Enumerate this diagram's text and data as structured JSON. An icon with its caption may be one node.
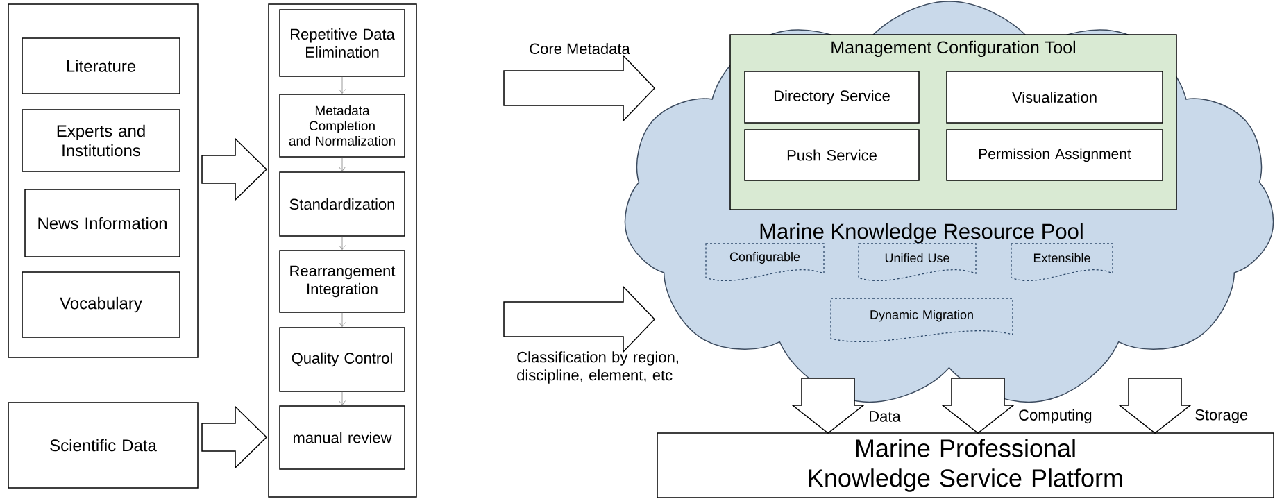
{
  "diagram": {
    "nodes": [
      {
        "text": [],
        "shape": "box"
      },
      {
        "text": [
          "Literature"
        ],
        "in": 0
      },
      {
        "text": [
          "Experts and Institutions"
        ],
        "in": 0
      },
      {
        "text": [
          "News Information"
        ],
        "in": 0
      },
      {
        "text": [
          "Vocabulary"
        ],
        "in": 0
      },
      {
        "text": [
          "Scientific Data"
        ]
      },
      {
        "text": [],
        "shape": "box"
      },
      {
        "text": [
          "Repetitive Data Elimination"
        ],
        "in": 6
      },
      {
        "text": [
          "Metadata Completion and Normalization"
        ],
        "in": 6
      },
      {
        "text": [
          "Standardization"
        ],
        "in": 6
      },
      {
        "text": [
          "Rearrangement Integration"
        ],
        "in": 6
      },
      {
        "text": [
          "Quality Control"
        ],
        "in": 6
      },
      {
        "text": [
          "manual review"
        ],
        "in": 6
      },
      {
        "text": [
          "Marine Knowledge Resource Pool"
        ]
      },
      {
        "text": [
          "Management Configuration Tool"
        ],
        "in": 13
      },
      {
        "text": [
          "Directory Service"
        ],
        "in": 14
      },
      {
        "text": [
          "Visualization"
        ],
        "in": 14
      },
      {
        "text": [
          "Push Service"
        ],
        "in": 14
      },
      {
        "text": [
          "Permission Assignment"
        ],
        "in": 14
      },
      {
        "text": [
          "Configurable"
        ],
        "in": 13
      },
      {
        "text": [
          "Unified Use"
        ],
        "in": 13
      },
      {
        "text": [
          "Extensible"
        ],
        "in": 13
      },
      {
        "text": [
          "Dynamic Migration"
        ],
        "in": 13
      },
      {
        "text": [
          "Marine Professional Knowledge Service Platform"
        ]
      }
    ],
    "edges": [
      {
        "from": 0,
        "to": 6,
        "arrow": "to"
      },
      {
        "from": 5,
        "to": 6,
        "arrow": "to"
      },
      {
        "from": 7,
        "to": 8,
        "arrow": "to"
      },
      {
        "from": 8,
        "to": 9,
        "arrow": "to"
      },
      {
        "from": 9,
        "to": 10,
        "arrow": "to"
      },
      {
        "from": 10,
        "to": 11,
        "arrow": "to"
      },
      {
        "from": 11,
        "to": 12,
        "arrow": "to"
      },
      {
        "from": 6,
        "to": 13,
        "arrow": "to",
        "label": "Core Metadata"
      },
      {
        "from": 6,
        "to": 13,
        "arrow": "to",
        "label": "Classification by region, discipline, element, etc"
      },
      {
        "from": 13,
        "to": 23,
        "arrow": "to",
        "label": "Data"
      },
      {
        "from": 13,
        "to": 23,
        "arrow": "to",
        "label": "Computing"
      },
      {
        "from": 13,
        "to": 23,
        "arrow": "to",
        "label": "Storage"
      }
    ]
  }
}
